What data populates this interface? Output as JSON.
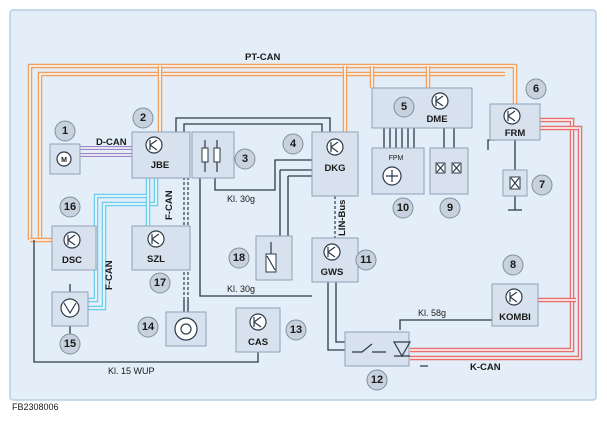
{
  "diagram": {
    "figure_id": "FB2308006",
    "bus_labels": {
      "pt_can": "PT-CAN",
      "d_can": "D-CAN",
      "f_can_vertical": "F-CAN",
      "f_can_left": "F-CAN",
      "lin_bus": "LIN-Bus",
      "k_can": "K-CAN"
    },
    "wire_labels": {
      "kl30g_top": "Kl. 30g",
      "kl30g_bottom": "Kl. 30g",
      "kl58g": "Kl. 58g",
      "kl15wup": "Kl. 15 WUP"
    },
    "modules": {
      "jbe": "JBE",
      "dkg": "DKG",
      "dme": "DME",
      "frm": "FRM",
      "dsc": "DSC",
      "szl": "SZL",
      "gws": "GWS",
      "kombi": "KOMBI",
      "cas": "CAS",
      "fpm": "FPM"
    },
    "numbers": [
      "1",
      "2",
      "3",
      "4",
      "5",
      "6",
      "7",
      "8",
      "9",
      "10",
      "11",
      "12",
      "13",
      "14",
      "15",
      "16",
      "17",
      "18"
    ],
    "colors": {
      "pt_can": "#f0a060",
      "k_can": "#e86e70",
      "f_can": "#6ecdec",
      "d_can": "#9b86c9",
      "background": "#e3eef8"
    }
  }
}
